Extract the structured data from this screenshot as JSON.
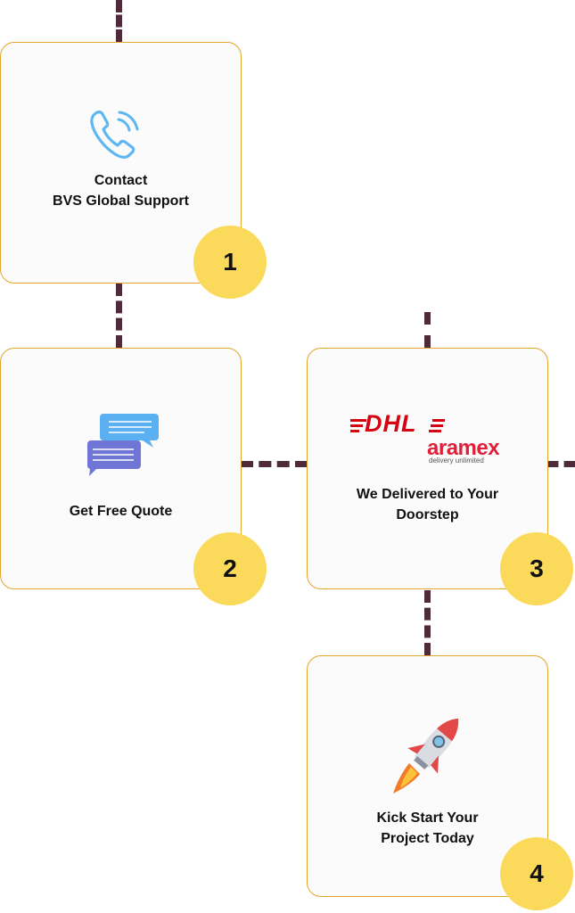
{
  "steps": [
    {
      "number": "1",
      "lines": [
        "Contact",
        "BVS Global Support"
      ],
      "icon": "phone-icon"
    },
    {
      "number": "2",
      "lines": [
        "Get Free Quote"
      ],
      "icon": "chat-bubbles-icon"
    },
    {
      "number": "3",
      "lines": [
        "We Delivered to Your",
        "Doorstep"
      ],
      "icon": "courier-logos"
    },
    {
      "number": "4",
      "lines": [
        "Kick Start Your",
        "Project Today"
      ],
      "icon": "rocket-icon"
    }
  ],
  "logos": {
    "dhl": "DHL",
    "aramex": "aramex",
    "aramex_tagline": "delivery unlimited"
  },
  "colors": {
    "card_border": "#e0a72a",
    "badge": "#fbd95a",
    "connector": "#4e2a3a"
  }
}
